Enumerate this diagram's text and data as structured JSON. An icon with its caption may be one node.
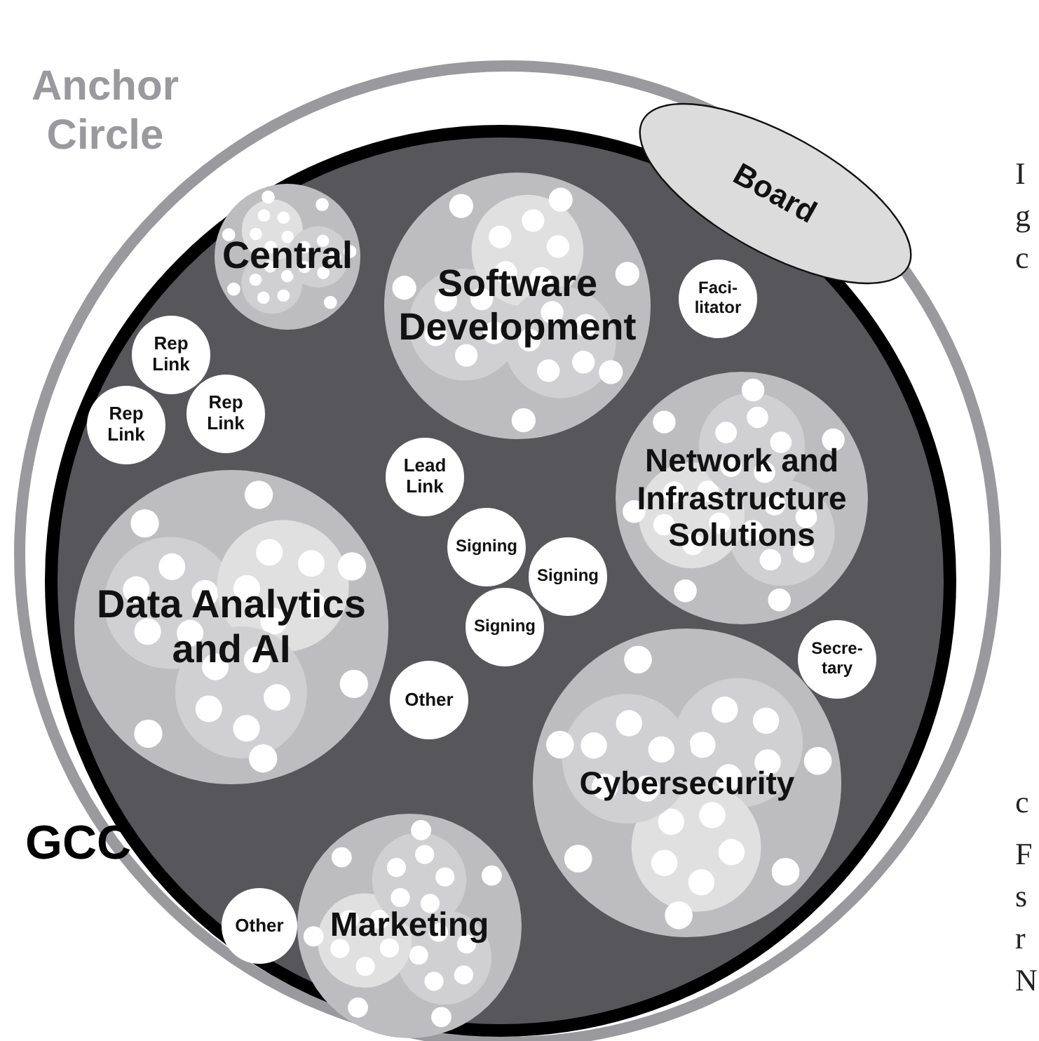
{
  "diagram": {
    "nodes": [
      {
        "text": [
          "Anchor Circle"
        ]
      },
      {
        "text": [
          "Board"
        ],
        "in": 0
      },
      {
        "text": [
          "GCC"
        ],
        "in": 0
      },
      {
        "text": [
          "Central"
        ],
        "in": 2
      },
      {
        "text": [
          "Software Development"
        ],
        "in": 2
      },
      {
        "text": [
          "Faci- litator"
        ],
        "in": 2
      },
      {
        "text": [
          "Rep Link"
        ],
        "in": 2
      },
      {
        "text": [
          "Rep Link"
        ],
        "in": 2
      },
      {
        "text": [
          "Rep Link"
        ],
        "in": 2
      },
      {
        "text": [
          "Lead Link"
        ],
        "in": 2
      },
      {
        "text": [
          "Network and Infrastructure Solutions"
        ],
        "in": 2
      },
      {
        "text": [
          "Signing"
        ],
        "in": 2
      },
      {
        "text": [
          "Signing"
        ],
        "in": 2
      },
      {
        "text": [
          "Signing"
        ],
        "in": 2
      },
      {
        "text": [
          "Data Analytics and AI"
        ],
        "in": 2
      },
      {
        "text": [
          "Other"
        ],
        "in": 2
      },
      {
        "text": [
          "Secre- tary"
        ],
        "in": 2
      },
      {
        "text": [
          "Cybersecurity"
        ],
        "in": 2
      },
      {
        "text": [
          "Other"
        ],
        "in": 2
      },
      {
        "text": [
          "Marketing"
        ],
        "in": 2
      }
    ],
    "labels": [
      "I",
      "g",
      "c",
      "c",
      "F",
      "s",
      "r",
      "N"
    ]
  }
}
